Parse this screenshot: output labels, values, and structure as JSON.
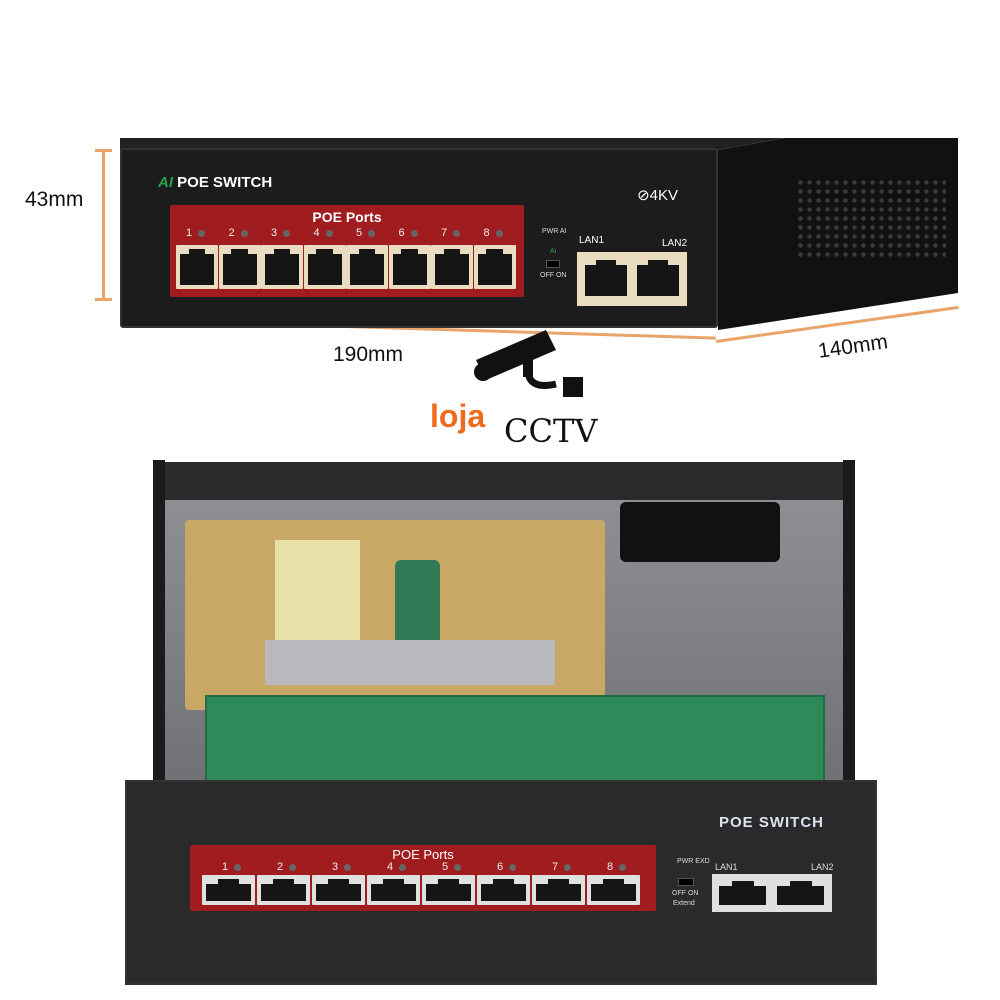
{
  "dimensions": {
    "height": "43mm",
    "width": "190mm",
    "depth": "140mm"
  },
  "top_switch": {
    "brand_prefix": "AI",
    "title": "POE SWITCH",
    "panel_label": "POE Ports",
    "ports": [
      "1",
      "2",
      "3",
      "4",
      "5",
      "6",
      "7",
      "8"
    ],
    "lan": [
      "LAN1",
      "LAN2"
    ],
    "leds": "PWR AI",
    "switch_mode": "Ai",
    "switch_labels": "OFF ON",
    "surge": "4KV"
  },
  "logo": {
    "part1": "loja",
    "part2": "CCTV"
  },
  "bottom_switch": {
    "title": "POE SWITCH",
    "panel_label": "POE Ports",
    "ports": [
      "1",
      "2",
      "3",
      "4",
      "5",
      "6",
      "7",
      "8"
    ],
    "lan": [
      "LAN1",
      "LAN2"
    ],
    "leds": "PWR EXD",
    "switch_labels": "OFF ON",
    "switch_mode": "Extend"
  },
  "colors": {
    "red_panel": "#a01c1f",
    "dimension_line": "#e9a46a",
    "logo_orange": "#f06a1d",
    "pcb": "#2f8a5a"
  }
}
